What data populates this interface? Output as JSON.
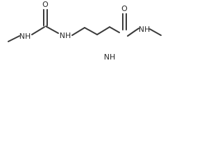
{
  "molecule": {
    "atoms": {
      "o_left": "O",
      "nh_left_methyl": "NH",
      "nh_left_chain": "NH",
      "o_right": "O",
      "nh_right_chain": "NH",
      "nh_right_methyl": "NH"
    }
  }
}
